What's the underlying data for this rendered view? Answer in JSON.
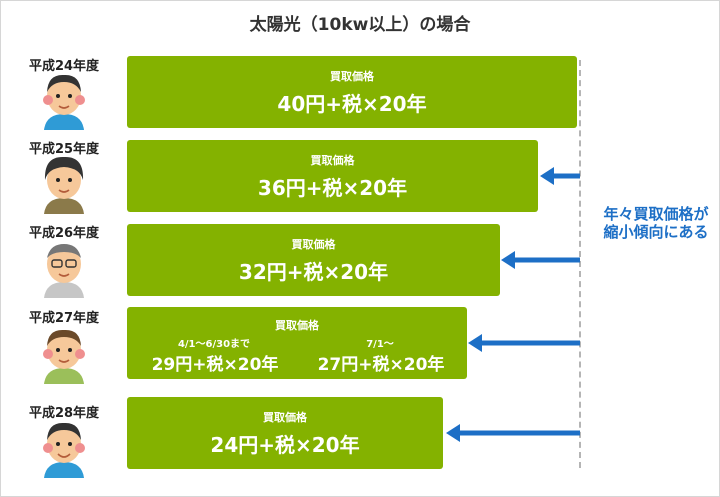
{
  "title": "太陽光（10kw以上）の場合",
  "trend_note": [
    "年々買取価格が",
    "縮小傾向にある"
  ],
  "colors": {
    "bar": "#84b200",
    "arrow": "#1d6fc6",
    "note": "#1d6fc6"
  },
  "rows": [
    {
      "year": "平成24年度",
      "label": "買取価格",
      "price": "40円+税×20年"
    },
    {
      "year": "平成25年度",
      "label": "買取価格",
      "price": "36円+税×20年"
    },
    {
      "year": "平成26年度",
      "label": "買取価格",
      "price": "32円+税×20年"
    },
    {
      "year": "平成27年度",
      "label": "買取価格",
      "periods": [
        {
          "period": "4/1〜6/30まで",
          "price": "29円+税×20年"
        },
        {
          "period": "7/1〜",
          "price": "27円+税×20年"
        }
      ]
    },
    {
      "year": "平成28年度",
      "label": "買取価格",
      "price": "24円+税×20年"
    }
  ]
}
